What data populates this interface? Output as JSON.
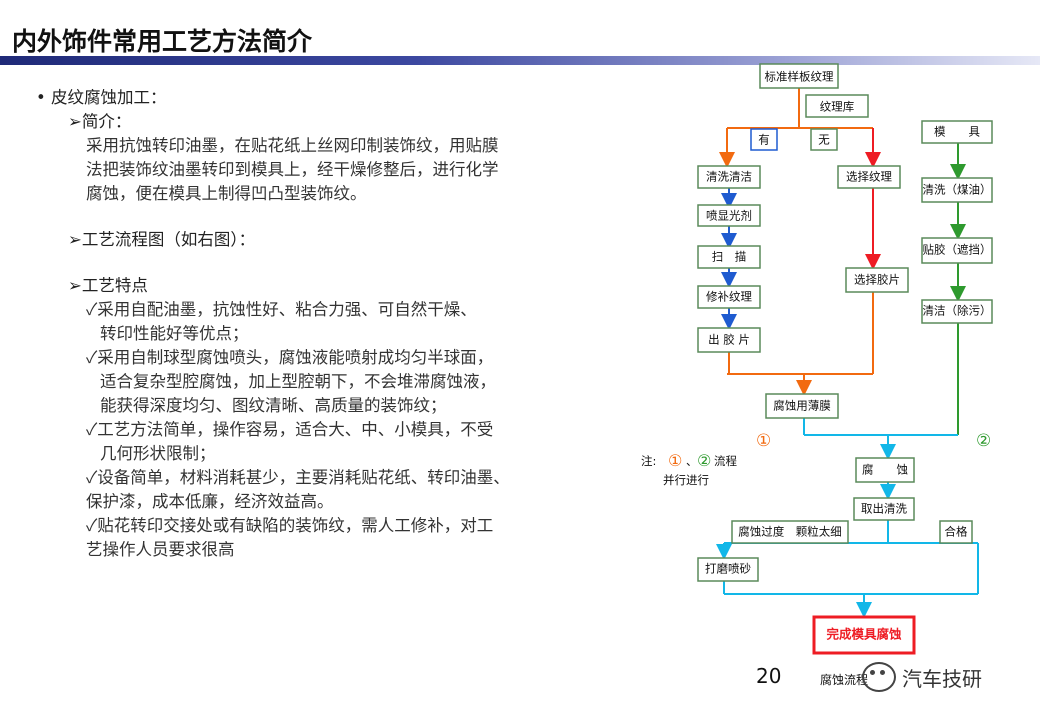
{
  "title": "内外饰件常用工艺方法简介",
  "left": {
    "heading": "• 皮纹腐蚀加工：",
    "intro_title": "➢简介：",
    "intro_lines": [
      "采用抗蚀转印油墨，在贴花纸上丝网印制装饰纹，用贴膜",
      "法把装饰纹油墨转印到模具上，经干燥修整后，进行化学",
      "腐蚀，便在模具上制得凹凸型装饰纹。"
    ],
    "flow_title": "➢工艺流程图（如右图）：",
    "features_title": "➢工艺特点",
    "features": [
      [
        "✓采用自配油墨，抗蚀性好、粘合力强、可自然干燥、",
        "转印性能好等优点；"
      ],
      [
        "✓采用自制球型腐蚀喷头，腐蚀液能喷射成均匀半球面，",
        "适合复杂型腔腐蚀，加上型腔朝下，不会堆滞腐蚀液，",
        "能获得深度均匀、图纹清晰、高质量的装饰纹；"
      ],
      [
        "✓工艺方法简单，操作容易，适合大、中、小模具，不受",
        "几何形状限制；"
      ],
      [
        "✓设备简单，材料消耗甚少，主要消耗贴花纸、转印油墨、",
        "保护漆，成本低廉，经济效益高。"
      ],
      [
        "✓贴花转印交接处或有缺陷的装饰纹，需人工修补，对工",
        "艺操作人员要求很高"
      ]
    ]
  },
  "flowchart": {
    "nodes": {
      "std_sample": "标准样板纹理",
      "texture_lib": "纹理库",
      "has": "有",
      "none": "无",
      "clean1": "清洗清洁",
      "spray": "喷显光剂",
      "scan": "扫　描",
      "repair": "修补纹理",
      "film_out": "出 胶 片",
      "select_tex": "选择纹理",
      "select_film": "选择胶片",
      "etch_film": "腐蚀用薄膜",
      "mold": "模　　具",
      "clean_coal": "清洗（煤油）",
      "tape": "贴胶（遮挡）",
      "clean_dirt": "清洁（除污）",
      "etch": "腐　　蚀",
      "remove_clean": "取出清洗",
      "over_etch": "腐蚀过度　颗粒太细",
      "pass": "合格",
      "sandblast": "打磨喷砂",
      "finish": "完成模具腐蚀",
      "caption": "腐蚀流程"
    },
    "marker1": "①",
    "marker2": "②",
    "note_prefix": "注:",
    "note_sep": "、",
    "note_suffix": "流程",
    "note_line2": "并行进行"
  },
  "colors": {
    "orange": "#f26a10",
    "red": "#ee1c24",
    "blue": "#1f5bd0",
    "green": "#2e9a2e",
    "cyan": "#12b7e8",
    "box_border": "#5a8a5a",
    "finish_border": "#ee1c24"
  },
  "page_number": "20",
  "watermark": "汽车技研"
}
